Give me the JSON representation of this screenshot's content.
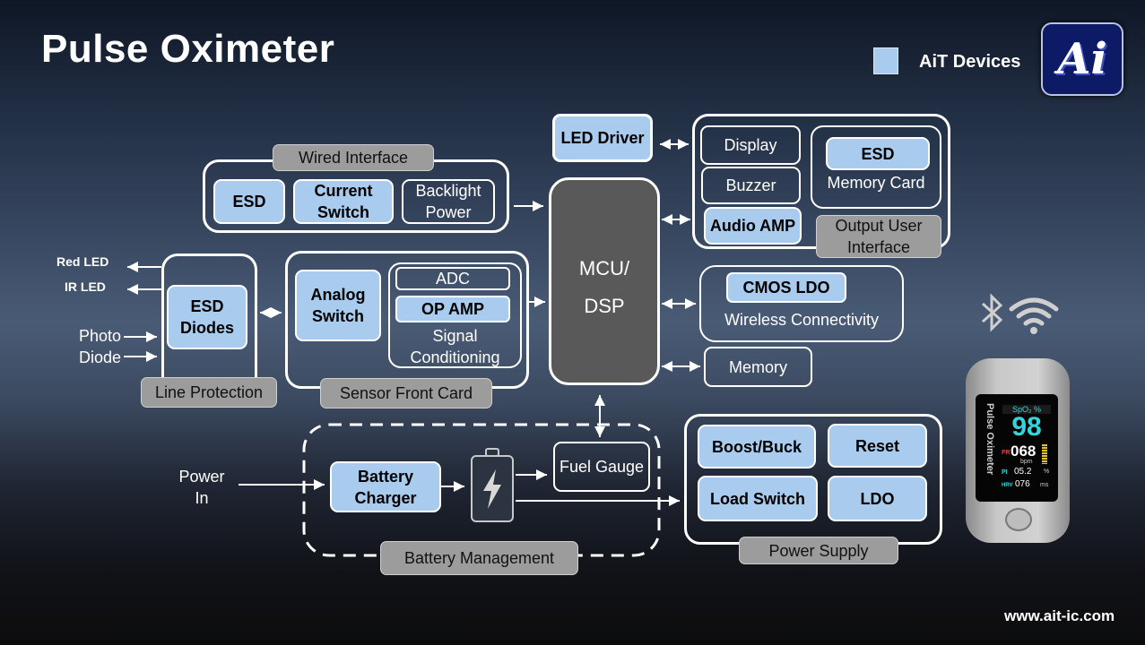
{
  "header": {
    "title": "Pulse Oximeter",
    "legend_label": "AiT Devices",
    "legend_color": "#a9cbee",
    "logo_text": "Ai",
    "url": "www.ait-ic.com"
  },
  "wired": {
    "label": "Wired Interface",
    "items": [
      "ESD",
      "Current Switch",
      "Backlight Power"
    ]
  },
  "led_driver": "LED Driver",
  "mcu": {
    "line1": "MCU/",
    "line2": "DSP"
  },
  "output_ui": {
    "label": "Output User Interface",
    "display": "Display",
    "buzzer": "Buzzer",
    "audio_amp": "Audio AMP",
    "memory_card_esd": "ESD",
    "memory_card": "Memory Card"
  },
  "line_protection": {
    "label": "Line Protection",
    "esd_diodes": "ESD Diodes",
    "signals": {
      "red_led": "Red LED",
      "ir_led": "IR LED",
      "photo": "Photo",
      "diode": "Diode"
    }
  },
  "sensor": {
    "label": "Sensor Front Card",
    "analog_switch": "Analog Switch",
    "adc": "ADC",
    "op_amp": "OP AMP",
    "signal_conditioning": "Signal Conditioning"
  },
  "wireless": {
    "cmos_ldo": "CMOS LDO",
    "label": "Wireless Connectivity"
  },
  "memory": "Memory",
  "battery": {
    "label": "Battery Management",
    "power_in_1": "Power",
    "power_in_2": "In",
    "charger": "Battery Charger",
    "fuel_gauge": "Fuel Gauge"
  },
  "power_supply": {
    "label": "Power Supply",
    "items": [
      "Boost/Buck",
      "Reset",
      "Load Switch",
      "LDO"
    ]
  },
  "device": {
    "brand": "Pulse Oximeter",
    "spo2_label": "SpO₂ %",
    "spo2": "98",
    "pr_label": "PR",
    "pr": "068",
    "pr_unit": "bpm",
    "pi_label": "PI",
    "pi": "05.2",
    "pi_unit": "%",
    "hrv_label": "HRV",
    "hrv": "076",
    "hrv_unit": "ms"
  }
}
